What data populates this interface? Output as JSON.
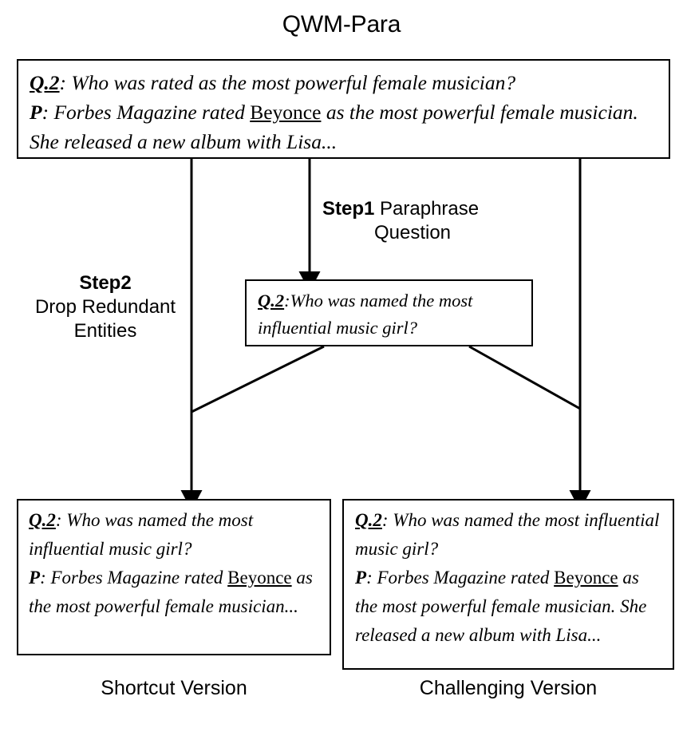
{
  "title": "QWM-Para",
  "boxes": {
    "original": {
      "q_label": "Q.2",
      "q_sep": ": ",
      "q_text": "Who was rated as the most powerful female musician?",
      "p_label": "P",
      "p_sep": ": ",
      "p_text_before": "Forbes Magazine rated ",
      "p_entity": "Beyonce",
      "p_text_after": " as the most powerful female musician. She released a new album with Lisa..."
    },
    "paraphrased_question": {
      "q_label": "Q.2",
      "q_sep": ":",
      "q_text": "Who was named the most influential music girl?"
    },
    "shortcut": {
      "q_label": "Q.2",
      "q_sep": ": ",
      "q_text": "Who was named the most influential music girl?",
      "p_label": "P",
      "p_sep": ": ",
      "p_text_before": "Forbes Magazine rated ",
      "p_entity": "Beyonce",
      "p_text_after": " as the most powerful female musician..."
    },
    "challenging": {
      "q_label": "Q.2",
      "q_sep": ": ",
      "q_text": "Who was named the most influential music girl?",
      "p_label": "P",
      "p_sep": ": ",
      "p_text_before": "Forbes Magazine rated ",
      "p_entity": "Beyonce",
      "p_text_after": " as the most powerful female musician. She released a new album with Lisa..."
    }
  },
  "steps": {
    "step1": {
      "name": "Step1",
      "line1": " Paraphrase",
      "line2": "Question"
    },
    "step2": {
      "name": "Step2",
      "line1": "Drop Redundant",
      "line2": "Entities"
    }
  },
  "version_labels": {
    "shortcut": "Shortcut Version",
    "challenging": "Challenging Version"
  },
  "colors": {
    "stroke": "#000000",
    "background": "#ffffff"
  }
}
